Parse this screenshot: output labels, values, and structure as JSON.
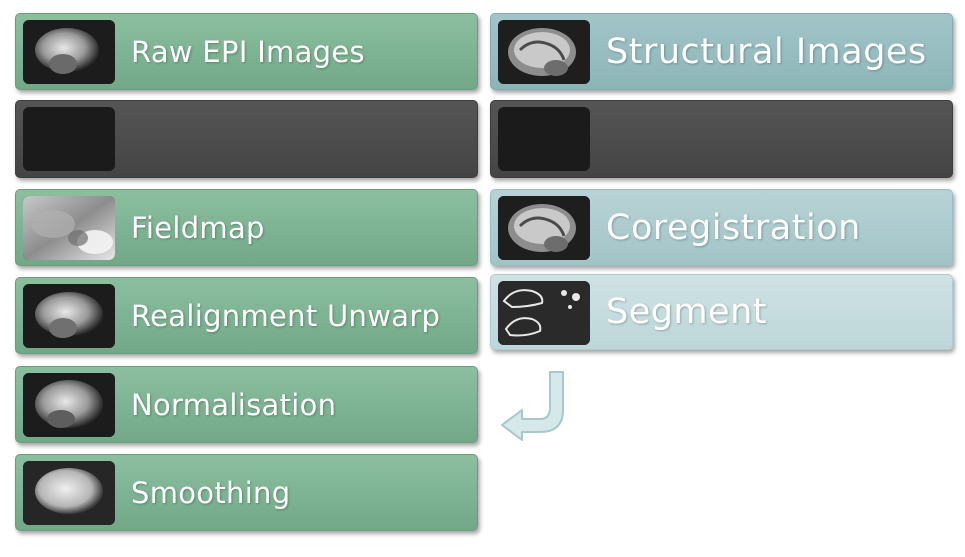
{
  "left_column": [
    {
      "label": "Raw EPI Images",
      "thumb": "epi-brain"
    },
    {
      "label": "",
      "thumb": "empty"
    },
    {
      "label": "Fieldmap",
      "thumb": "fieldmap"
    },
    {
      "label": "Realignment Unwarp",
      "thumb": "epi-brain"
    },
    {
      "label": "Normalisation",
      "thumb": "epi-brain"
    },
    {
      "label": "Smoothing",
      "thumb": "smooth-brain"
    }
  ],
  "right_column": [
    {
      "label": "Structural Images",
      "thumb": "structural-brain"
    },
    {
      "label": "",
      "thumb": "empty"
    },
    {
      "label": "Coregistration",
      "thumb": "structural-brain"
    },
    {
      "label": "Segment",
      "thumb": "segment-brain"
    }
  ],
  "arrow": {
    "direction": "down-left",
    "icon": "curved-arrow-icon"
  },
  "colors": {
    "green": "#7db293",
    "dark": "#4b4b4b",
    "teal": "#96bcbf",
    "light_teal": "#abcacd",
    "pale_teal": "#c4dbdd"
  }
}
